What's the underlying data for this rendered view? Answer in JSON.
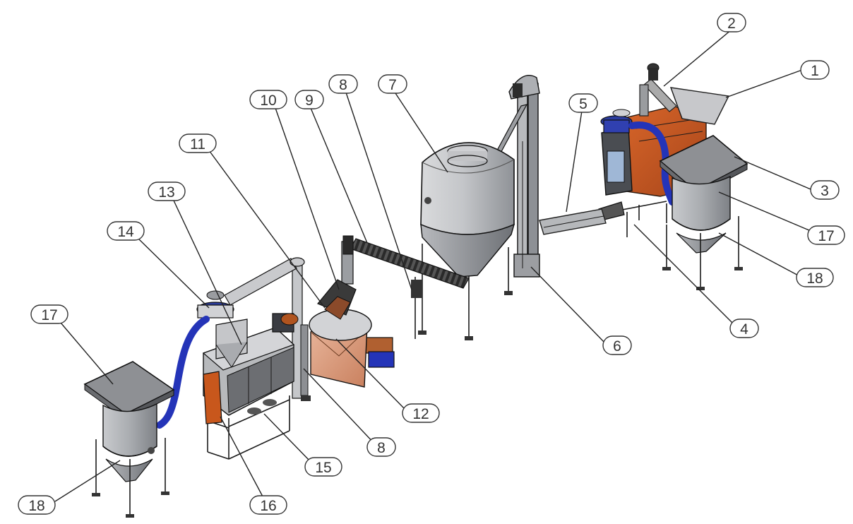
{
  "diagram": {
    "callouts": [
      {
        "id": "c1",
        "label": "1"
      },
      {
        "id": "c2",
        "label": "2"
      },
      {
        "id": "c3",
        "label": "3"
      },
      {
        "id": "c4",
        "label": "4"
      },
      {
        "id": "c5",
        "label": "5"
      },
      {
        "id": "c6",
        "label": "6"
      },
      {
        "id": "c7",
        "label": "7"
      },
      {
        "id": "c8a",
        "label": "8"
      },
      {
        "id": "c8b",
        "label": "8"
      },
      {
        "id": "c9",
        "label": "9"
      },
      {
        "id": "c10",
        "label": "10"
      },
      {
        "id": "c11",
        "label": "11"
      },
      {
        "id": "c12",
        "label": "12"
      },
      {
        "id": "c13",
        "label": "13"
      },
      {
        "id": "c14",
        "label": "14"
      },
      {
        "id": "c15",
        "label": "15"
      },
      {
        "id": "c16",
        "label": "16"
      },
      {
        "id": "c17a",
        "label": "17"
      },
      {
        "id": "c17b",
        "label": "17"
      },
      {
        "id": "c18a",
        "label": "18"
      },
      {
        "id": "c18b",
        "label": "18"
      }
    ],
    "colors": {
      "steel": "#b9bbbf",
      "steel_dark": "#7d8085",
      "frame": "#3a3d42",
      "orange": "#c8571c",
      "blue_hose": "#2434b8",
      "copper": "#d99a7a",
      "lid": "#9a9a9a"
    }
  }
}
